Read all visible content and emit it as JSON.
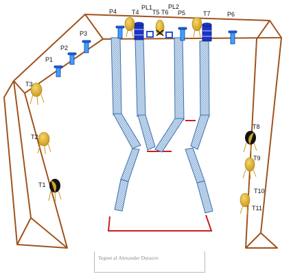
{
  "credit": "Tegnet af Alexander Duracov",
  "colors": {
    "truss": "#a0521c",
    "pipe": "#a9c1dd",
    "pipe_edge": "#3a6fb0",
    "floor": "#c81e1e",
    "fixture_yellow": "#e3b52a",
    "fixture_black": "#111111",
    "par_blue": "#1f5fe0",
    "drum_blue": "#1a33c8"
  },
  "labels": {
    "P1": "P1",
    "P2": "P2",
    "P3": "P3",
    "P4": "P4",
    "P5": "P5",
    "P6": "P6",
    "PL1": "PL1",
    "PL2": "PL2",
    "T1": "T1",
    "T2": "T2",
    "T3": "T3",
    "T4": "T4",
    "T5": "T5",
    "T6": "T6",
    "T7": "T7",
    "T8": "T8",
    "T9": "T9",
    "T10": "T10",
    "T11": "T11"
  }
}
